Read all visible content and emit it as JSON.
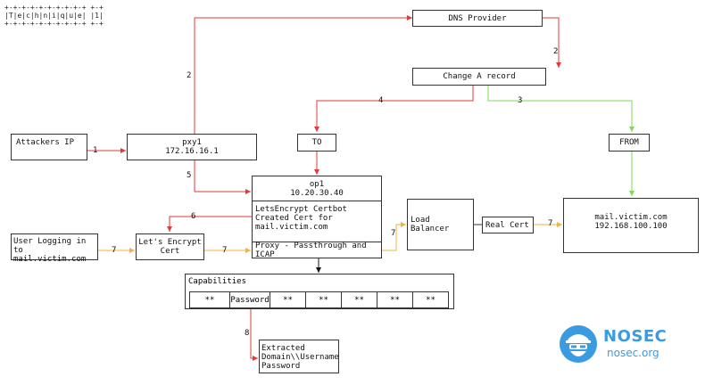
{
  "banner": {
    "line1": "+-+-+-+-+-+-+-+-+-+ +-+",
    "line2": "|T|e|c|h|n|i|q|u|e| |1|",
    "line3": "+-+-+-+-+-+-+-+-+-+ +-+"
  },
  "nodes": {
    "dns_provider": "DNS Provider",
    "change_a_record": "Change A record",
    "attackers_ip": "Attackers IP",
    "pxy1_name": "pxy1",
    "pxy1_ip": "172.16.16.1",
    "to": "TO",
    "from": "FROM",
    "op1_name": "op1",
    "op1_ip": "10.20.30.40",
    "certbot_line1": "LetsEncrypt Certbot",
    "certbot_line2": "Created Cert for",
    "certbot_line3": "mail.victim.com",
    "proxy": "Proxy - Passthrough and ICAP",
    "load_balancer": "Load Balancer",
    "real_cert": "Real Cert",
    "mail_host": "mail.victim.com",
    "mail_ip": "192.168.100.100",
    "user_line1": "User Logging in to",
    "user_line2": "mail.victim.com",
    "le_cert_line1": "Let's Encrypt",
    "le_cert_line2": "Cert",
    "capabilities": "Capabilities",
    "extracted_line1": "Extracted",
    "extracted_line2": "Domain\\\\Username",
    "extracted_line3": "Password"
  },
  "capability_cells": [
    "**",
    "Password",
    "**",
    "**",
    "**",
    "**",
    "**"
  ],
  "edge_labels": {
    "e_pxy_dns": "2",
    "e_dns_change": "2",
    "e_change_to": "4",
    "e_change_from": "3",
    "e_attacker_pxy": "1",
    "e_pxy_op1": "5",
    "e_certbot_le": "6",
    "e_user_le": "7",
    "e_le_proxy": "7",
    "e_proxy_lb": "7",
    "e_real_mail": "7",
    "e_cap_extracted": "8"
  },
  "logo": {
    "name": "NOSEC",
    "site": "nosec.org"
  },
  "colors": {
    "red": "#e53935",
    "green": "#7ed957",
    "orange": "#f5b041",
    "black": "#111111",
    "logo_blue": "#3b9be0"
  }
}
